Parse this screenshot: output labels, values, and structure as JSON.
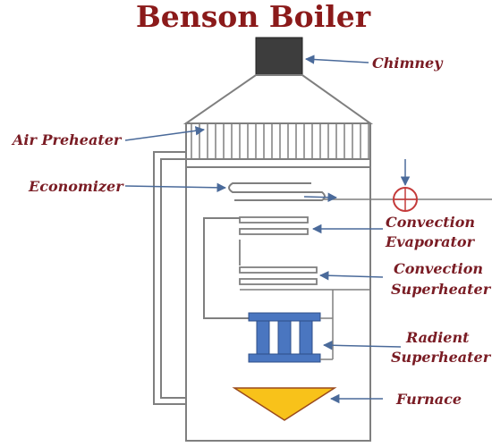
{
  "title": "Benson Boiler",
  "labels": {
    "chimney": "Chimney",
    "air_preheater": "Air Preheater",
    "economizer": "Economizer",
    "convection_evaporator_line1": "Convection",
    "convection_evaporator_line2": "Evaporator",
    "convection_superheater_line1": "Convection",
    "convection_superheater_line2": "Superheater",
    "radient_superheater_line1": "Radient",
    "radient_superheater_line2": "Superheater",
    "furnace": "Furnace"
  },
  "colors": {
    "title": "#8b1a1a",
    "label": "#7a1c24",
    "outline": "#7f7f7f",
    "arrow": "#4a6a9a",
    "chimney_cap": "#3d3d3d",
    "radiant_tubes": "#4a76c0",
    "furnace": "#f8c21a",
    "furnace_edge": "#9a4a1c",
    "valve": "#c43a3a"
  }
}
